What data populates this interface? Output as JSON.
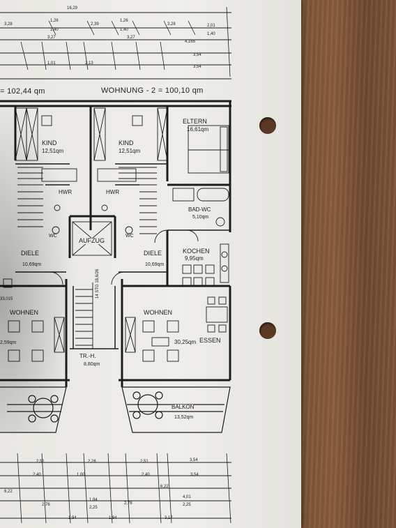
{
  "top_dims": {
    "row1": [
      "16,29"
    ],
    "row2": [
      "3,28",
      "1,26",
      "1,40",
      "2,39",
      "1,26",
      "1,40",
      "3,28",
      "2,01",
      "1,40"
    ],
    "row3": [
      "3,27",
      "3,27",
      "4,165"
    ],
    "row4": [
      "3,54"
    ],
    "row5": [
      "1,01",
      "2,13",
      "3,54"
    ]
  },
  "titles": {
    "left": "= 102,44 qm",
    "right": "WOHNUNG - 2 = 100,10 qm"
  },
  "rooms": {
    "kind1": "KIND",
    "kind1_area": "12,51qm",
    "kind2": "KIND",
    "kind2_area": "12,51qm",
    "eltern": "ELTERN",
    "eltern_area": "16,61qm",
    "hwr1": "HWR",
    "hwr2": "HWR",
    "bad": "BAD-WC",
    "bad_area": "5,10qm",
    "aufzug": "AUFZUG",
    "wc1": "WC",
    "wc2": "WC",
    "diele1": "DIELE",
    "diele1_area": "10,69qm",
    "diele2": "DIELE",
    "diele2_area": "10,69qm",
    "kochen": "KOCHEN",
    "kochen_area": "9,95qm",
    "wohnen1": "WOHNEN",
    "wohnen1_area": "2,59qm",
    "wohnen2": "WOHNEN",
    "wohnen2_area": "30,25qm",
    "essen": "ESSEN",
    "trh": "TR.-H.",
    "trh_area": "8,80qm",
    "balkon": "BALKON",
    "balkon_area": "13,52qm",
    "stair": "14 STG 18,6/26",
    "left_edge": "33,015"
  },
  "bottom_dims": {
    "row1": [
      "2,51",
      "2,26",
      "2,51",
      "3,54"
    ],
    "row2": [
      "2,40",
      "1,00",
      "2,40",
      "3,54"
    ],
    "row3": [
      "6,22",
      "6,22"
    ],
    "row4": [
      "2,76",
      "1,94",
      "2,25",
      "2,76",
      "4,01",
      "2,25"
    ],
    "row5": [
      "1,94",
      "1,94",
      "3,17"
    ]
  },
  "colors": {
    "paper": "#eceae5",
    "ink": "#1d1d1d",
    "wood": "#7a5236"
  }
}
